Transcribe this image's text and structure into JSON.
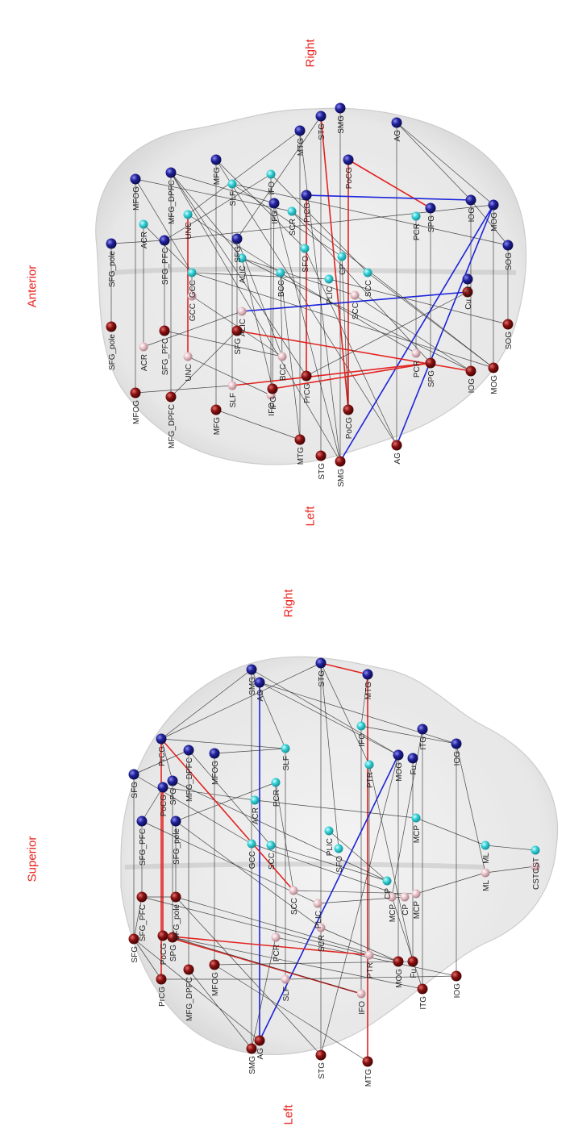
{
  "panels": [
    {
      "id": "top",
      "orientation_labels": {
        "top": "Right",
        "middle": "Anterior",
        "bottom": "Left"
      },
      "nodes": [
        {
          "label": "SFG_pole",
          "hemisphere": "right",
          "color": "#16167a"
        },
        {
          "label": "SFG_pole",
          "hemisphere": "left",
          "color": "#7a0d0d"
        },
        {
          "label": "MFOG",
          "hemisphere": "right",
          "color": "#16167a"
        },
        {
          "label": "MFOG",
          "hemisphere": "left",
          "color": "#7a0d0d"
        },
        {
          "label": "ACR",
          "hemisphere": "right",
          "color": "#35d0d6"
        },
        {
          "label": "ACR",
          "hemisphere": "left",
          "color": "#e9c3ca"
        },
        {
          "label": "SFG_PFC",
          "hemisphere": "right",
          "color": "#16167a"
        },
        {
          "label": "SFG_PFC",
          "hemisphere": "left",
          "color": "#7a0d0d"
        },
        {
          "label": "MFG_DPFC",
          "hemisphere": "right",
          "color": "#16167a"
        },
        {
          "label": "MFG_DPFC",
          "hemisphere": "left",
          "color": "#7a0d0d"
        },
        {
          "label": "UNC",
          "hemisphere": "right",
          "color": "#35d0d6"
        },
        {
          "label": "UNC",
          "hemisphere": "left",
          "color": "#e9c3ca"
        },
        {
          "label": "GCC",
          "hemisphere": "right",
          "color": "#35d0d6"
        },
        {
          "label": "GCC",
          "hemisphere": "left",
          "color": "#e9c3ca"
        },
        {
          "label": "MFG",
          "hemisphere": "right",
          "color": "#16167a"
        },
        {
          "label": "MFG",
          "hemisphere": "left",
          "color": "#7a0d0d"
        },
        {
          "label": "SLF",
          "hemisphere": "right",
          "color": "#35d0d6"
        },
        {
          "label": "SLF",
          "hemisphere": "left",
          "color": "#e9c3ca"
        },
        {
          "label": "SFG",
          "hemisphere": "right",
          "color": "#16167a"
        },
        {
          "label": "SFG",
          "hemisphere": "left",
          "color": "#7a0d0d"
        },
        {
          "label": "ALIC",
          "hemisphere": "right",
          "color": "#35d0d6"
        },
        {
          "label": "ALIC",
          "hemisphere": "left",
          "color": "#e9c3ca"
        },
        {
          "label": "IFO",
          "hemisphere": "right",
          "color": "#35d0d6"
        },
        {
          "label": "IFO",
          "hemisphere": "left",
          "color": "#e9c3ca"
        },
        {
          "label": "IFG",
          "hemisphere": "right",
          "color": "#16167a"
        },
        {
          "label": "IFG",
          "hemisphere": "left",
          "color": "#7a0d0d"
        },
        {
          "label": "BCC",
          "hemisphere": "right",
          "color": "#35d0d6"
        },
        {
          "label": "BCC",
          "hemisphere": "left",
          "color": "#e9c3ca"
        },
        {
          "label": "SCR",
          "hemisphere": "right",
          "color": "#35d0d6"
        },
        {
          "label": "PrCG",
          "hemisphere": "right",
          "color": "#16167a"
        },
        {
          "label": "PrCG",
          "hemisphere": "left",
          "color": "#7a0d0d"
        },
        {
          "label": "MTG",
          "hemisphere": "right",
          "color": "#16167a"
        },
        {
          "label": "MTG",
          "hemisphere": "left",
          "color": "#7a0d0d"
        },
        {
          "label": "STG",
          "hemisphere": "right",
          "color": "#16167a"
        },
        {
          "label": "STG",
          "hemisphere": "left",
          "color": "#7a0d0d"
        },
        {
          "label": "SMG",
          "hemisphere": "right",
          "color": "#16167a"
        },
        {
          "label": "SMG",
          "hemisphere": "left",
          "color": "#7a0d0d"
        },
        {
          "label": "PoCG",
          "hemisphere": "right",
          "color": "#16167a"
        },
        {
          "label": "PoCG",
          "hemisphere": "left",
          "color": "#7a0d0d"
        },
        {
          "label": "AG",
          "hemisphere": "right",
          "color": "#16167a"
        },
        {
          "label": "AG",
          "hemisphere": "left",
          "color": "#7a0d0d"
        },
        {
          "label": "IOG",
          "hemisphere": "right",
          "color": "#16167a"
        },
        {
          "label": "IOG",
          "hemisphere": "left",
          "color": "#7a0d0d"
        },
        {
          "label": "MOG",
          "hemisphere": "right",
          "color": "#16167a"
        },
        {
          "label": "MOG",
          "hemisphere": "left",
          "color": "#7a0d0d"
        },
        {
          "label": "SOG",
          "hemisphere": "right",
          "color": "#16167a"
        },
        {
          "label": "SOG",
          "hemisphere": "left",
          "color": "#7a0d0d"
        },
        {
          "label": "SPG",
          "hemisphere": "right",
          "color": "#16167a"
        },
        {
          "label": "SPG",
          "hemisphere": "left",
          "color": "#7a0d0d"
        },
        {
          "label": "Cu",
          "hemisphere": "right",
          "color": "#16167a"
        },
        {
          "label": "Cu",
          "hemisphere": "left",
          "color": "#7a0d0d"
        },
        {
          "label": "PCR",
          "hemisphere": "right",
          "color": "#35d0d6"
        },
        {
          "label": "PCR",
          "hemisphere": "left",
          "color": "#e9c3ca"
        },
        {
          "label": "SCC",
          "hemisphere": "right",
          "color": "#35d0d6"
        },
        {
          "label": "SCC",
          "hemisphere": "left",
          "color": "#e9c3ca"
        },
        {
          "label": "PLIC",
          "hemisphere": "right",
          "color": "#35d0d6"
        },
        {
          "label": "CP",
          "hemisphere": "right",
          "color": "#35d0d6"
        },
        {
          "label": "SFO",
          "hemisphere": "right",
          "color": "#35d0d6"
        }
      ]
    },
    {
      "id": "bottom",
      "orientation_labels": {
        "top": "Right",
        "middle": "Superior",
        "bottom": "Left"
      },
      "nodes": [
        {
          "label": "STG",
          "hemisphere": "right",
          "color": "#16167a"
        },
        {
          "label": "STG",
          "hemisphere": "left",
          "color": "#7a0d0d"
        },
        {
          "label": "MTG",
          "hemisphere": "right",
          "color": "#16167a"
        },
        {
          "label": "MTG",
          "hemisphere": "left",
          "color": "#7a0d0d"
        },
        {
          "label": "SMG",
          "hemisphere": "right",
          "color": "#16167a"
        },
        {
          "label": "SMG",
          "hemisphere": "left",
          "color": "#7a0d0d"
        },
        {
          "label": "AG",
          "hemisphere": "right",
          "color": "#16167a"
        },
        {
          "label": "AG",
          "hemisphere": "left",
          "color": "#7a0d0d"
        },
        {
          "label": "IFO",
          "hemisphere": "right",
          "color": "#35d0d6"
        },
        {
          "label": "IFO",
          "hemisphere": "left",
          "color": "#e9c3ca"
        },
        {
          "label": "ITG",
          "hemisphere": "right",
          "color": "#16167a"
        },
        {
          "label": "ITG",
          "hemisphere": "left",
          "color": "#7a0d0d"
        },
        {
          "label": "IOG",
          "hemisphere": "right",
          "color": "#16167a"
        },
        {
          "label": "IOG",
          "hemisphere": "left",
          "color": "#7a0d0d"
        },
        {
          "label": "PTR",
          "hemisphere": "right",
          "color": "#35d0d6"
        },
        {
          "label": "PTR",
          "hemisphere": "left",
          "color": "#e9c3ca"
        },
        {
          "label": "MOG",
          "hemisphere": "right",
          "color": "#16167a"
        },
        {
          "label": "MOG",
          "hemisphere": "left",
          "color": "#7a0d0d"
        },
        {
          "label": "Fu",
          "hemisphere": "right",
          "color": "#16167a"
        },
        {
          "label": "Fu",
          "hemisphere": "left",
          "color": "#7a0d0d"
        },
        {
          "label": "SLF",
          "hemisphere": "right",
          "color": "#35d0d6"
        },
        {
          "label": "SLF",
          "hemisphere": "left",
          "color": "#e9c3ca"
        },
        {
          "label": "PrCG",
          "hemisphere": "right",
          "color": "#16167a"
        },
        {
          "label": "PrCG",
          "hemisphere": "left",
          "color": "#7a0d0d"
        },
        {
          "label": "SFG",
          "hemisphere": "right",
          "color": "#16167a"
        },
        {
          "label": "SFG",
          "hemisphere": "left",
          "color": "#7a0d0d"
        },
        {
          "label": "SFG_PFC",
          "hemisphere": "right",
          "color": "#16167a"
        },
        {
          "label": "SFG_PFC",
          "hemisphere": "left",
          "color": "#7a0d0d"
        },
        {
          "label": "SFG_pole",
          "hemisphere": "right",
          "color": "#16167a"
        },
        {
          "label": "SFG_pole",
          "hemisphere": "left",
          "color": "#7a0d0d"
        },
        {
          "label": "MFG_DPFC",
          "hemisphere": "right",
          "color": "#16167a"
        },
        {
          "label": "MFG_DPFC",
          "hemisphere": "left",
          "color": "#7a0d0d"
        },
        {
          "label": "MFOG",
          "hemisphere": "right",
          "color": "#16167a"
        },
        {
          "label": "MFOG",
          "hemisphere": "left",
          "color": "#7a0d0d"
        },
        {
          "label": "PoCG",
          "hemisphere": "right",
          "color": "#16167a"
        },
        {
          "label": "PoCG",
          "hemisphere": "left",
          "color": "#7a0d0d"
        },
        {
          "label": "SPG",
          "hemisphere": "right",
          "color": "#16167a"
        },
        {
          "label": "SPG",
          "hemisphere": "left",
          "color": "#7a0d0d"
        },
        {
          "label": "PCR",
          "hemisphere": "right",
          "color": "#35d0d6"
        },
        {
          "label": "PCR",
          "hemisphere": "left",
          "color": "#e9c3ca"
        },
        {
          "label": "ACR",
          "hemisphere": "right",
          "color": "#35d0d6"
        },
        {
          "label": "SCC",
          "hemisphere": "right",
          "color": "#35d0d6"
        },
        {
          "label": "SCC",
          "hemisphere": "left",
          "color": "#e9c3ca"
        },
        {
          "label": "GCC",
          "hemisphere": "right",
          "color": "#35d0d6"
        },
        {
          "label": "CP",
          "hemisphere": "right",
          "color": "#35d0d6"
        },
        {
          "label": "CP",
          "hemisphere": "left",
          "color": "#e9c3ca"
        },
        {
          "label": "MCP",
          "hemisphere": "right",
          "color": "#35d0d6"
        },
        {
          "label": "MCP",
          "hemisphere": "left",
          "color": "#e9c3ca"
        },
        {
          "label": "ML",
          "hemisphere": "right",
          "color": "#35d0d6"
        },
        {
          "label": "ML",
          "hemisphere": "left",
          "color": "#e9c3ca"
        },
        {
          "label": "CST",
          "hemisphere": "right",
          "color": "#35d0d6"
        },
        {
          "label": "CST",
          "hemisphere": "left",
          "color": "#e9c3ca"
        },
        {
          "label": "PLIC",
          "hemisphere": "right",
          "color": "#35d0d6"
        },
        {
          "label": "PLIC",
          "hemisphere": "left",
          "color": "#e9c3ca"
        },
        {
          "label": "SCR",
          "hemisphere": "left",
          "color": "#e9c3ca"
        },
        {
          "label": "SFO",
          "hemisphere": "right",
          "color": "#35d0d6"
        },
        {
          "label": "MCP",
          "hemisphere": "left",
          "color": "#e9c3ca"
        }
      ]
    }
  ],
  "edge_colors": {
    "default": "#2b2b2b",
    "positive": "#e22320",
    "negative": "#1c24d9"
  },
  "brain_color": "#d8d8d8"
}
